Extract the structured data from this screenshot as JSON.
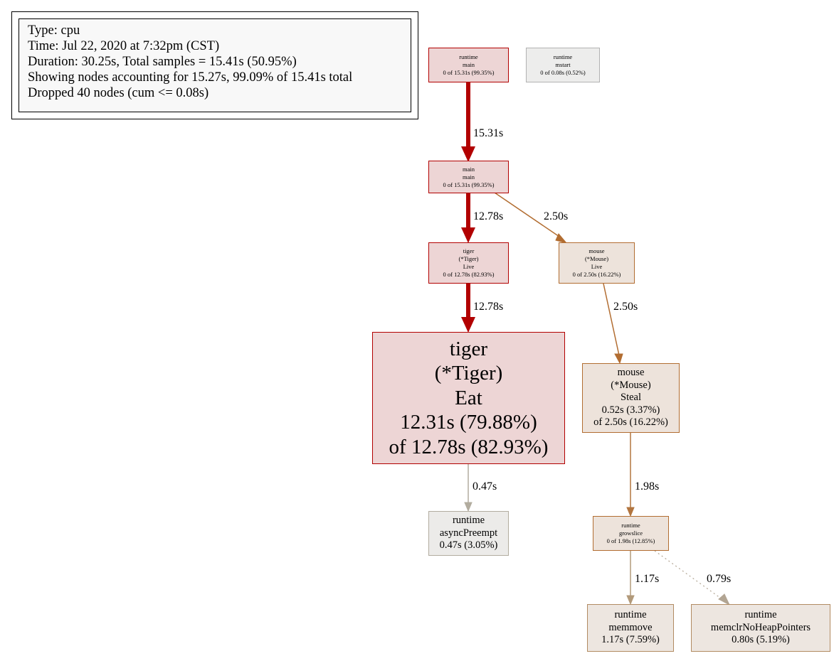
{
  "legend": {
    "lines": [
      "Type: cpu",
      "Time: Jul 22, 2020 at 7:32pm (CST)",
      "Duration: 30.25s, Total samples = 15.41s (50.95%)",
      "Showing nodes accounting for 15.27s, 99.09% of 15.41s total",
      "Dropped 40 nodes (cum <= 0.08s)"
    ]
  },
  "nodes": {
    "runtime_main": {
      "lines": [
        "runtime",
        "main",
        "0 of 15.31s (99.35%)"
      ]
    },
    "runtime_mstart": {
      "lines": [
        "runtime",
        "mstart",
        "0 of 0.08s (0.52%)"
      ]
    },
    "main_main": {
      "lines": [
        "main",
        "main",
        "0 of 15.31s (99.35%)"
      ]
    },
    "tiger_live": {
      "lines": [
        "tiger",
        "(*Tiger)",
        "Live",
        "0 of 12.78s (82.93%)"
      ]
    },
    "mouse_live": {
      "lines": [
        "mouse",
        "(*Mouse)",
        "Live",
        "0 of 2.50s (16.22%)"
      ]
    },
    "tiger_eat": {
      "lines": [
        "tiger",
        "(*Tiger)",
        "Eat",
        "12.31s (79.88%)",
        "of 12.78s (82.93%)"
      ]
    },
    "mouse_steal": {
      "lines": [
        "mouse",
        "(*Mouse)",
        "Steal",
        "0.52s (3.37%)",
        "of 2.50s (16.22%)"
      ]
    },
    "async_preempt": {
      "lines": [
        "runtime",
        "asyncPreempt",
        "0.47s (3.05%)"
      ]
    },
    "growslice": {
      "lines": [
        "runtime",
        "growslice",
        "0 of 1.98s (12.85%)"
      ]
    },
    "memmove": {
      "lines": [
        "runtime",
        "memmove",
        "1.17s (7.59%)"
      ]
    },
    "memclr": {
      "lines": [
        "runtime",
        "memclrNoHeapPointers",
        "0.80s (5.19%)"
      ]
    }
  },
  "edges": {
    "runtime_main_to_main_main": "15.31s",
    "main_main_to_tiger_live": "12.78s",
    "main_main_to_mouse_live": "2.50s",
    "tiger_live_to_tiger_eat": "12.78s",
    "mouse_live_to_mouse_steal": "2.50s",
    "tiger_eat_to_async_preempt": "0.47s",
    "mouse_steal_to_growslice": "1.98s",
    "growslice_to_memmove": "1.17s",
    "growslice_to_memclr": "0.79s"
  },
  "colors": {
    "hot_edge": "#b20000",
    "warm_edge": "#b26d31",
    "light_edge": "#b29a7a",
    "cool_edge": "#b2ac9f",
    "hot_fill": "#edd5d5",
    "warm_fill": "#ede3db"
  }
}
